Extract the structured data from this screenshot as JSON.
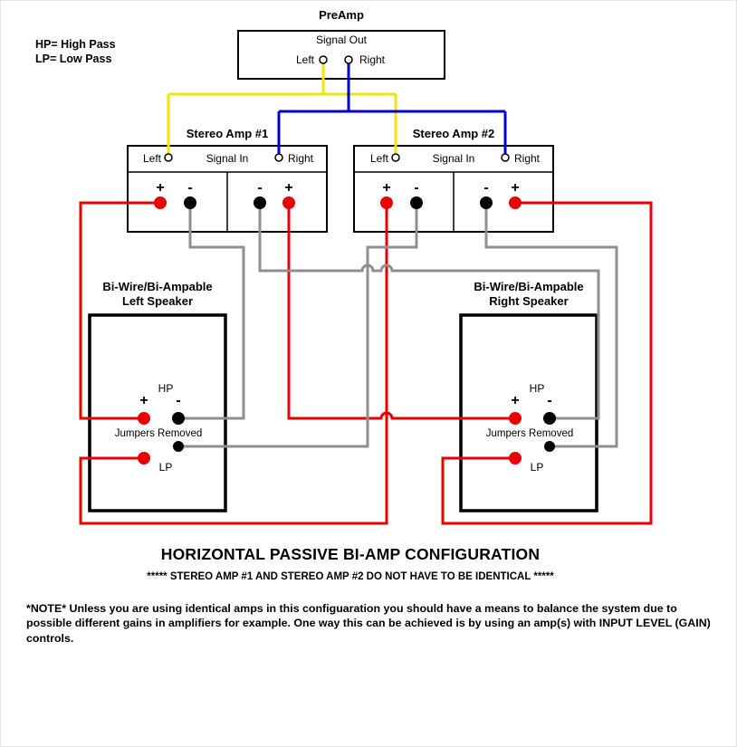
{
  "colors": {
    "background": "#ffffff",
    "outline": "#000000",
    "left_signal_wire": "#f2e30e",
    "right_signal_wire": "#0000cc",
    "positive_wire": "#e80000",
    "negative_wire": "#8f8f8f"
  },
  "symbols": {
    "plus": "+",
    "minus": "-"
  },
  "legend": {
    "high_pass": "HP= High Pass",
    "low_pass": "LP= Low Pass"
  },
  "preamp": {
    "title": "PreAmp",
    "section_label": "Signal Out",
    "left_label": "Left",
    "right_label": "Right"
  },
  "amps": [
    {
      "title": "Stereo Amp #1",
      "left_label": "Left",
      "section_label": "Signal In",
      "right_label": "Right"
    },
    {
      "title": "Stereo Amp #2",
      "left_label": "Left",
      "section_label": "Signal In",
      "right_label": "Right"
    }
  ],
  "speakers": [
    {
      "title_line1": "Bi-Wire/Bi-Ampable",
      "title_line2": "Left Speaker",
      "hp_label": "HP",
      "lp_label": "LP",
      "jumpers_label": "Jumpers Removed"
    },
    {
      "title_line1": "Bi-Wire/Bi-Ampable",
      "title_line2": "Right Speaker",
      "hp_label": "HP",
      "lp_label": "LP",
      "jumpers_label": "Jumpers Removed"
    }
  ],
  "footer": {
    "title": "HORIZONTAL PASSIVE BI-AMP CONFIGURATION",
    "subtitle": "***** STEREO AMP #1 AND STEREO AMP #2 DO NOT HAVE TO BE IDENTICAL *****",
    "note": "*NOTE* Unless you are using identical amps in this configuaration you should have a means to balance the system due to possible different gains in amplifiers for example. One way this can be achieved is by using an amp(s) with INPUT LEVEL (GAIN) controls."
  }
}
